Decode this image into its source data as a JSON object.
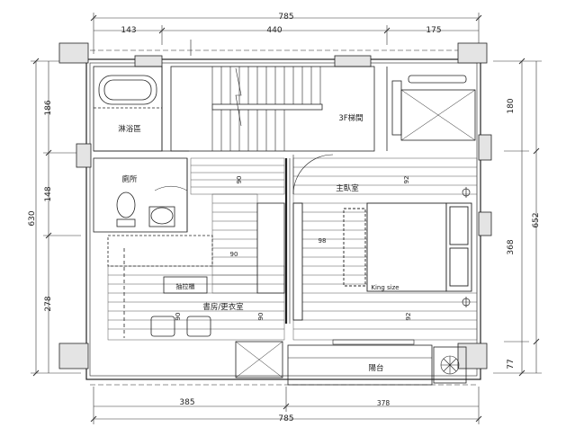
{
  "dimensions": {
    "top_total": "785",
    "top_left": "143",
    "top_middle": "440",
    "top_right": "175",
    "bottom_total": "785",
    "bottom_left": "385",
    "bottom_right": "378",
    "left_total": "630",
    "left_upper": "186",
    "left_middle": "148",
    "left_lower": "278",
    "right_total": "652",
    "right_upper": "180",
    "right_middle": "368",
    "right_lower": "77"
  },
  "rooms": {
    "shower": "淋浴區",
    "toilet": "廁所",
    "stairs": "3F梯間",
    "master_bedroom": "主臥室",
    "study_closet": "書房/更衣室",
    "drawer_cabinet": "抽拉櫃",
    "balcony": "陽台",
    "bed_size": "King size"
  },
  "annotations": {
    "n90_a": "90",
    "n92_a": "92",
    "n98": "98",
    "n90_b": "90",
    "n90_c": "90",
    "n90_d": "90",
    "n92_b": "92"
  }
}
